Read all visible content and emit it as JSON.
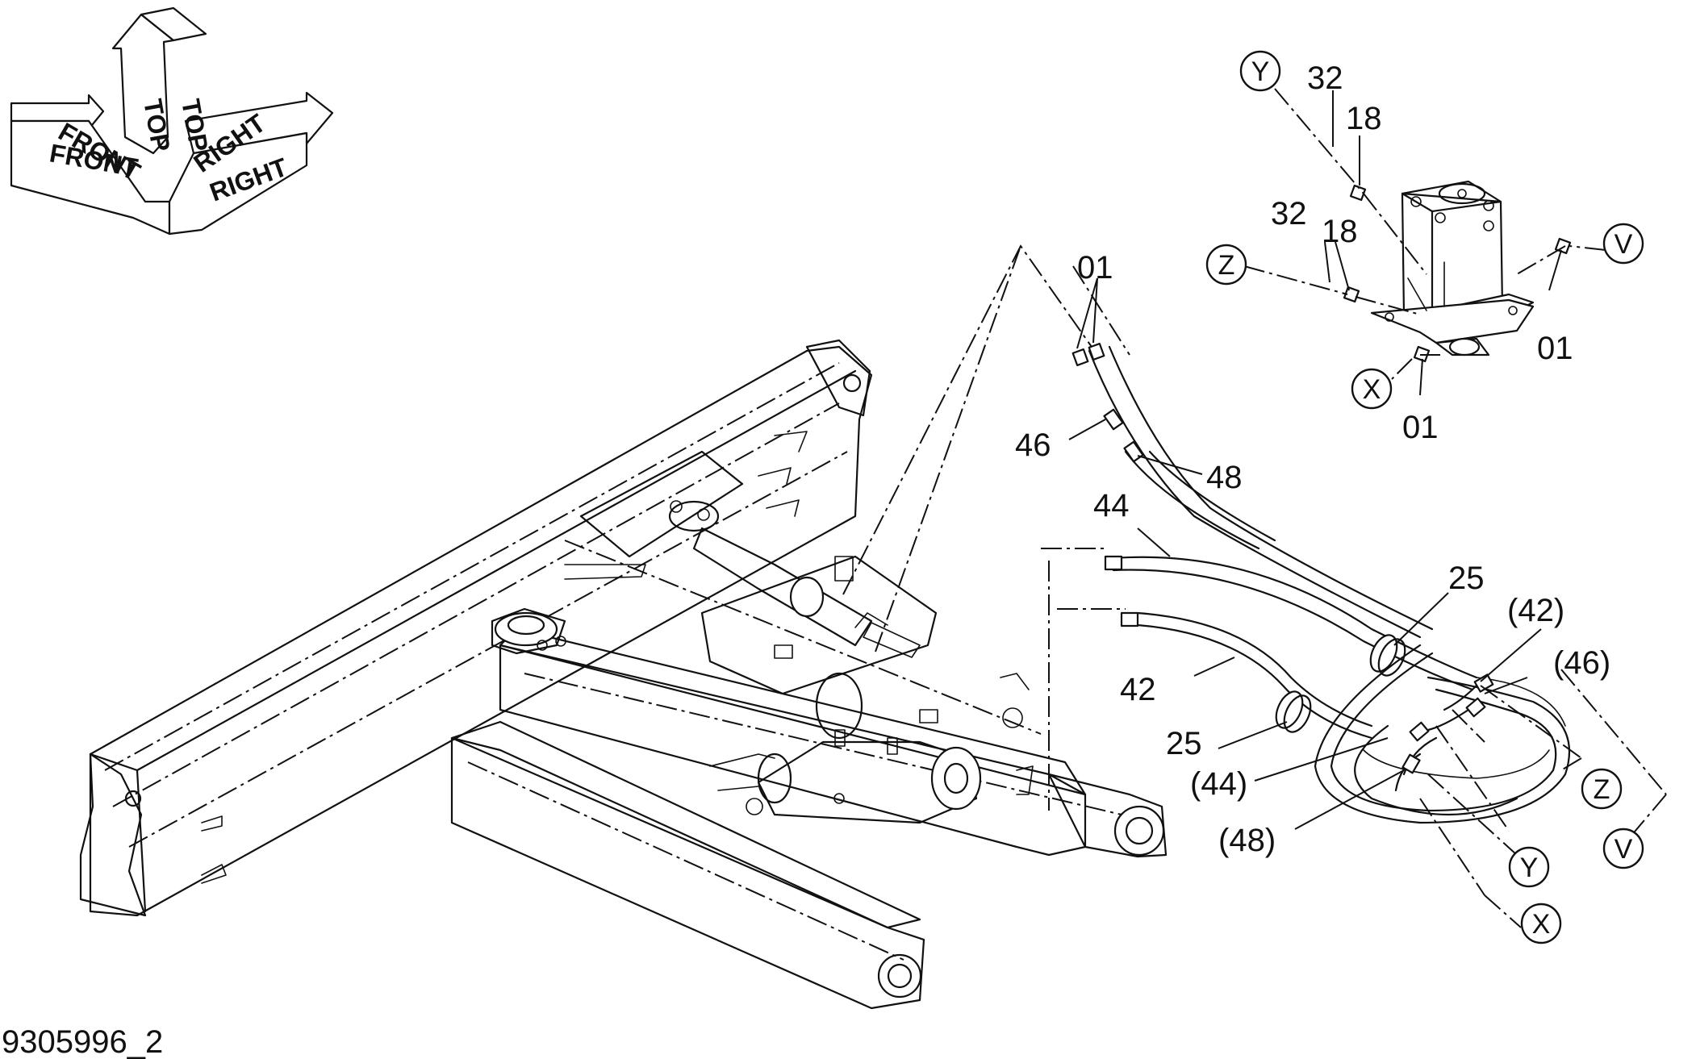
{
  "drawing_number": "9305996_2",
  "orientation": {
    "top_label": "TOP",
    "front_label": "FRONT",
    "right_label": "RIGHT"
  },
  "part_labels": {
    "p01_upper": "01",
    "p01_valve_right": "01",
    "p01_valve_bottom": "01",
    "p18_upper": "18",
    "p18_lower": "18",
    "p32_upper": "32",
    "p32_lower": "32",
    "p46": "46",
    "p48": "48",
    "p44": "44",
    "p42": "42",
    "p25_upper": "25",
    "p25_lower": "25",
    "p42_ref": "(42)",
    "p46_ref": "(46)",
    "p44_ref": "(44)",
    "p48_ref": "(48)"
  },
  "connection_markers": {
    "y_top": "Y",
    "z_left": "Z",
    "v_right": "V",
    "x_valve": "X",
    "z_hose": "Z",
    "y_hose": "Y",
    "v_hose": "V",
    "x_hose": "X"
  },
  "icons": [
    "orientation-arrows-icon",
    "valve-block-icon",
    "hose-fitting-icon",
    "grommet-icon"
  ]
}
